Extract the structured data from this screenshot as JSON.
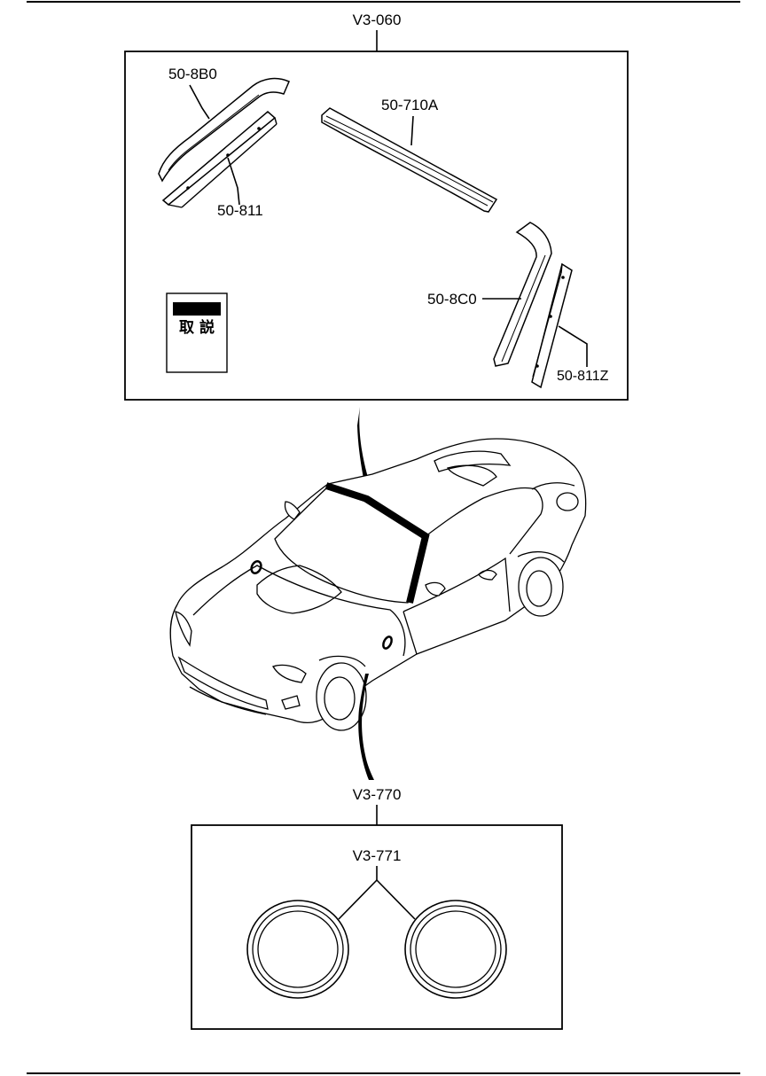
{
  "labels": {
    "kit_top": "V3-060",
    "part_8b0": "50-8B0",
    "part_811": "50-811",
    "part_710a": "50-710A",
    "part_8c0": "50-8C0",
    "part_811z": "50-811Z",
    "manual_text": "取 説",
    "kit_bottom": "V3-770",
    "part_771": "V3-771"
  },
  "colors": {
    "ink": "#000000",
    "paper": "#ffffff"
  },
  "icons": [
    "manual-booklet-icon",
    "car-illustration",
    "trim-ring-icon"
  ]
}
